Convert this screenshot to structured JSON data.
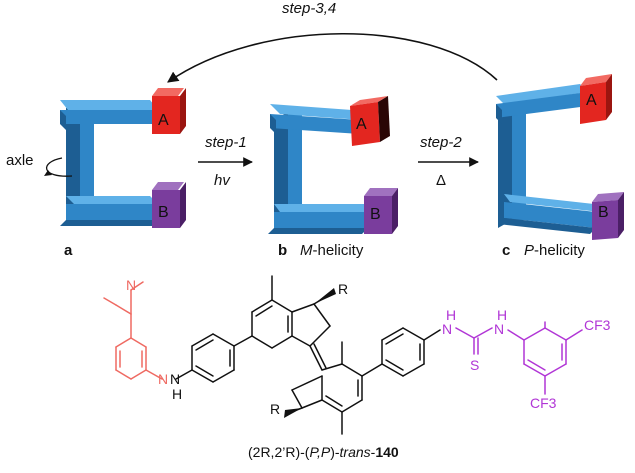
{
  "top_arrow": {
    "label": "step-3,4"
  },
  "motif_a": {
    "top_block": "A",
    "bottom_block": "B",
    "axis_label": "axle",
    "name": "a"
  },
  "motif_b": {
    "top_block": "A",
    "bottom_block": "B",
    "name": "b",
    "helicity_prefix": "M",
    "helicity_suffix": "-helicity"
  },
  "motif_c": {
    "top_block": "A",
    "bottom_block": "B",
    "name": "c",
    "helicity_prefix": "P",
    "helicity_suffix": "-helicity"
  },
  "step1": {
    "label": "step-1",
    "sub": "hv"
  },
  "step2": {
    "label": "step-2",
    "sub": "Δ"
  },
  "molecule": {
    "r_upper": "R",
    "r_lower": "R",
    "nh_left": "H",
    "n_pyridine": "N",
    "n_dimethyl": "N",
    "nh_thio1": "H",
    "nh_thio2": "H",
    "n_thio1": "N",
    "n_thio2": "N",
    "s_atom": "S",
    "cf3_top": "CF3",
    "cf3_bottom": "CF3",
    "n_left_amine": "N"
  },
  "caption": {
    "part1": "(2R,2’R)-(",
    "part2": "P,P",
    "part3": ")-",
    "part4": "trans",
    "part5": "-",
    "part6": "140"
  },
  "colors": {
    "blue_face": "#2f86c7",
    "blue_light": "#5fb1e8",
    "blue_dark": "#1d5e93",
    "red_block": "#e32620",
    "purple_block": "#7a3d9d",
    "pink_struct": "#ef6a62",
    "violet_struct": "#b136d6"
  }
}
